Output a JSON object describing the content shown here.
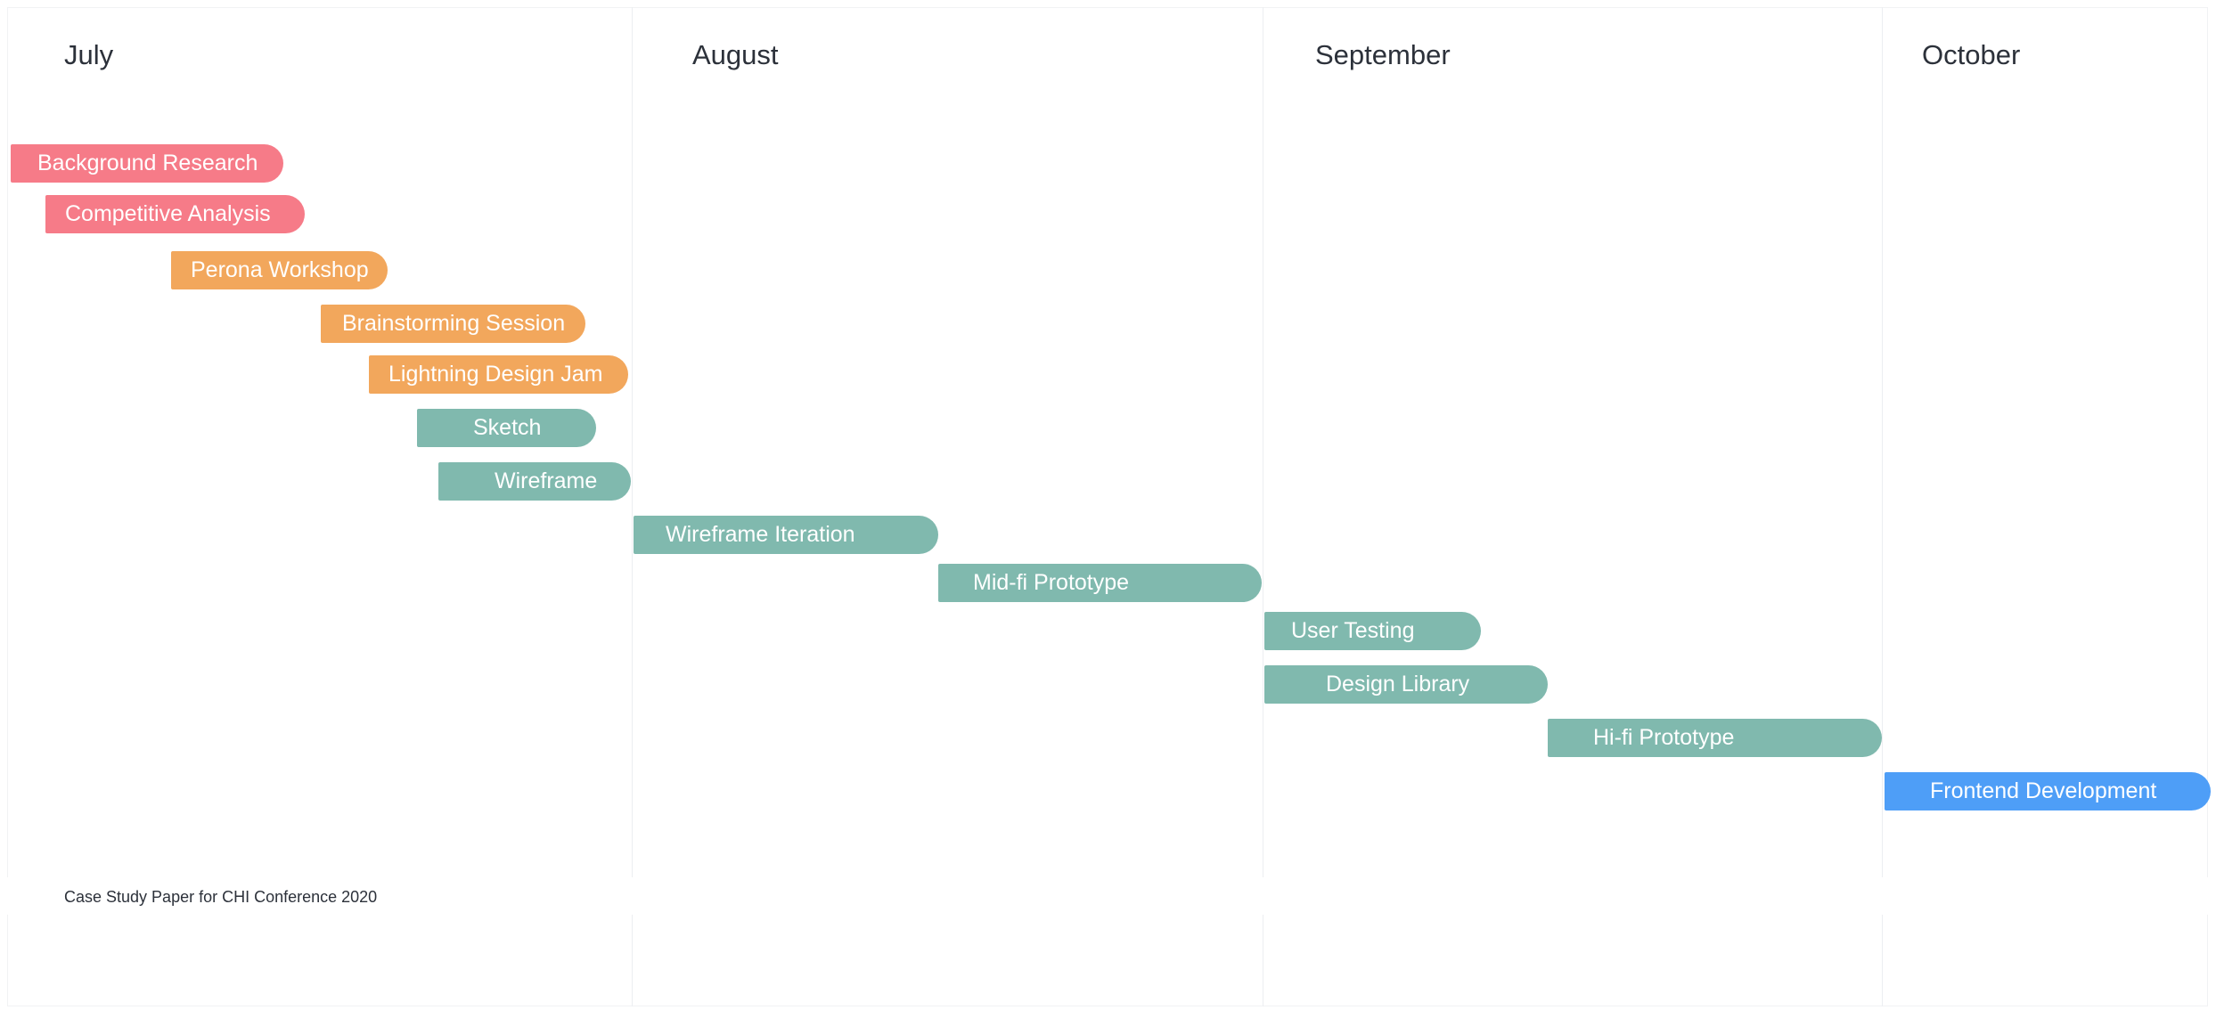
{
  "months": [
    "July",
    "August",
    "September",
    "October"
  ],
  "colors": {
    "research": "#f67b88",
    "ideation": "#f2a75c",
    "design": "#80b9ae",
    "development": "#4e9ef7"
  },
  "tasks": [
    {
      "label": "Background Research",
      "color": "research"
    },
    {
      "label": "Competitive Analysis",
      "color": "research"
    },
    {
      "label": "Perona Workshop",
      "color": "ideation"
    },
    {
      "label": "Brainstorming Session",
      "color": "ideation"
    },
    {
      "label": "Lightning Design Jam",
      "color": "ideation"
    },
    {
      "label": "Sketch",
      "color": "design"
    },
    {
      "label": "Wireframe",
      "color": "design"
    },
    {
      "label": "Wireframe Iteration",
      "color": "design"
    },
    {
      "label": "Mid-fi Prototype",
      "color": "design"
    },
    {
      "label": "User Testing",
      "color": "design"
    },
    {
      "label": "Design Library",
      "color": "design"
    },
    {
      "label": "Hi-fi Prototype",
      "color": "design"
    },
    {
      "label": "Frontend Development",
      "color": "development"
    }
  ],
  "caption": "Case Study Paper for CHI Conference 2020"
}
